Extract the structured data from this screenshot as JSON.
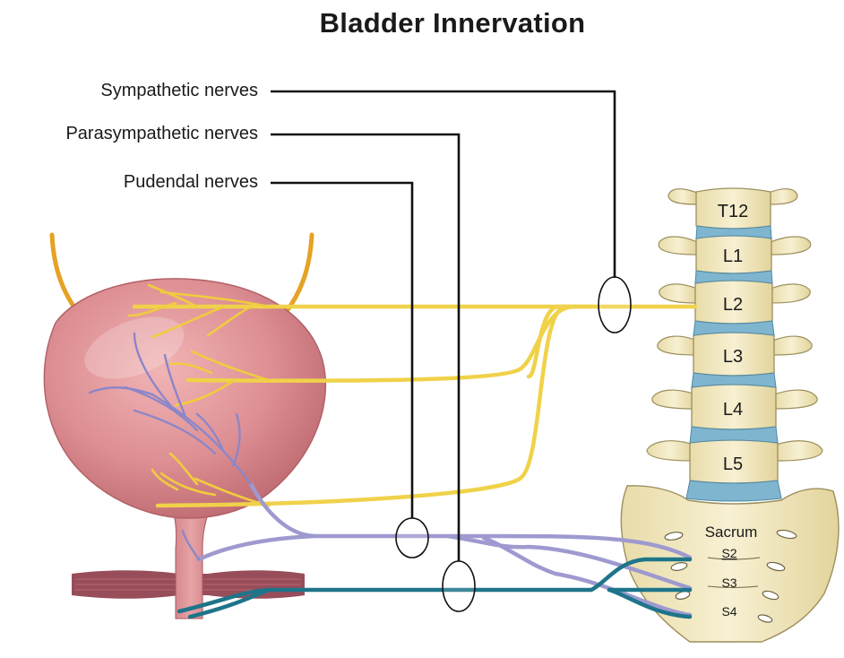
{
  "title": "Bladder Innervation",
  "labels": {
    "sympathetic": "Sympathetic nerves",
    "parasympathetic": "Parasympathetic nerves",
    "pudendal": "Pudendal nerves"
  },
  "vertebrae": [
    "T12",
    "L1",
    "L2",
    "L3",
    "L4",
    "L5"
  ],
  "sacrum": {
    "label": "Sacrum",
    "segments": [
      "S2",
      "S3",
      "S4"
    ]
  },
  "colors": {
    "sympathetic": "#f0d24a",
    "parasympathetic": "#9e9ad0",
    "pudendal": "#1e7589",
    "bone": "#f4ecc6",
    "disc": "#7fb5cf",
    "bladder": "#d98a8e",
    "ureter": "#e6a224"
  }
}
